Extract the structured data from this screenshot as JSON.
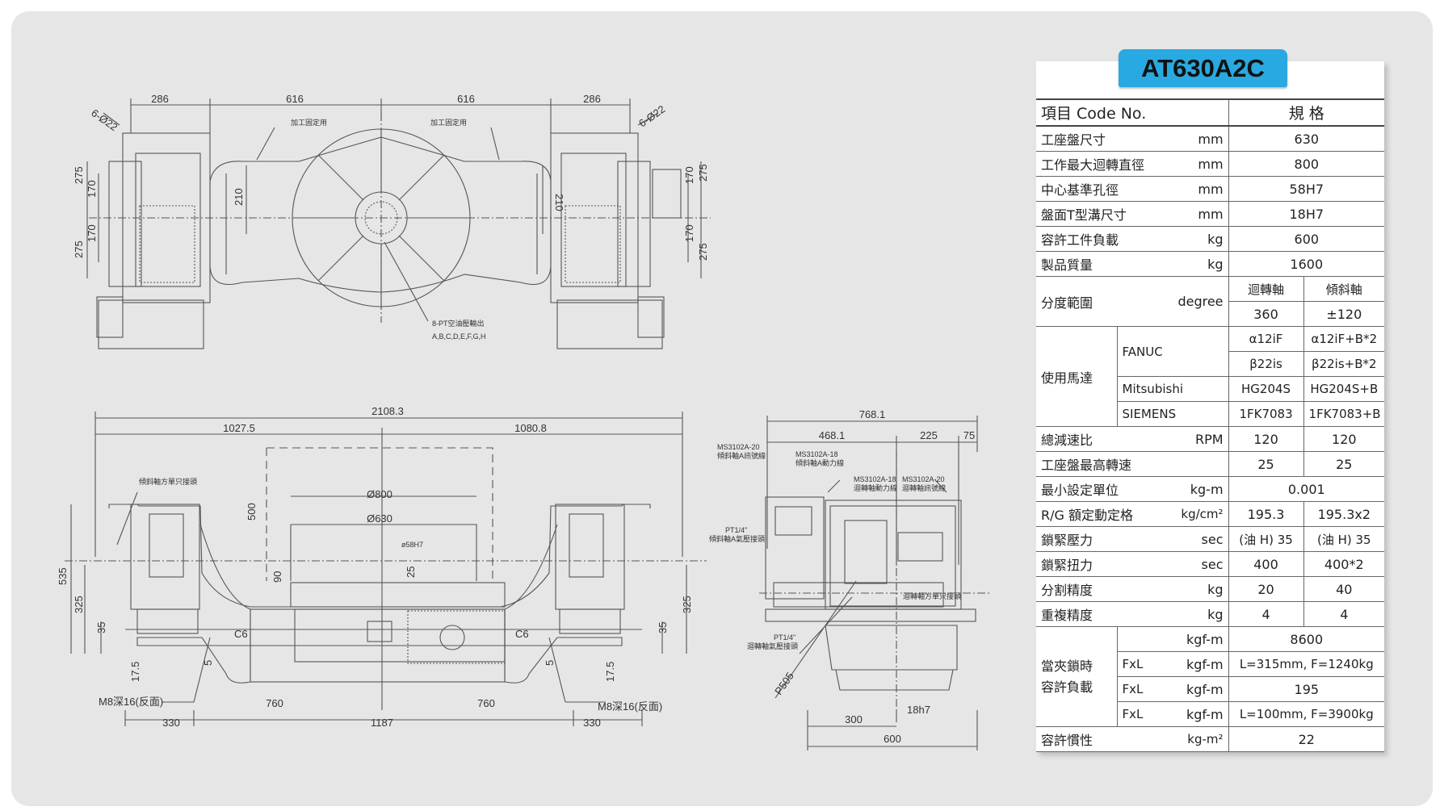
{
  "model": "AT630A2C",
  "table": {
    "header_item": "項目 Code No.",
    "header_spec": "規 格",
    "rows": {
      "table_size": {
        "label": "工座盤尺寸",
        "unit": "mm",
        "value": "630"
      },
      "max_swing": {
        "label": "工作最大迴轉直徑",
        "unit": "mm",
        "value": "800"
      },
      "center_hole": {
        "label": "中心基準孔徑",
        "unit": "mm",
        "value": "58H7"
      },
      "t_slot": {
        "label": "盤面T型溝尺寸",
        "unit": "mm",
        "value": "18H7"
      },
      "load": {
        "label": "容許工件負載",
        "unit": "kg",
        "value": "600"
      },
      "weight": {
        "label": "製品質量",
        "unit": "kg",
        "value": "1600"
      },
      "index_range": {
        "label": "分度範圍",
        "unit": "degree",
        "col1": "迴轉軸",
        "col2": "傾斜軸",
        "v1": "360",
        "v2": "±120"
      },
      "motor": {
        "label": "使用馬達",
        "fanuc": "FANUC",
        "fanuc_a1": "α12iF",
        "fanuc_a2": "α12iF+B*2",
        "fanuc_b1": "β22is",
        "fanuc_b2": "β22is+B*2",
        "mitsubishi": "Mitsubishi",
        "mit1": "HG204S",
        "mit2": "HG204S+B",
        "siemens": "SIEMENS",
        "sie1": "1FK7083",
        "sie2": "1FK7083+B"
      },
      "speed": {
        "label": "總減速比",
        "unit": "RPM",
        "v1": "120",
        "v2": "120"
      },
      "max_rpm": {
        "label": "工座盤最高轉速",
        "v1": "25",
        "v2": "25"
      },
      "min_unit": {
        "label": "最小設定單位",
        "unit": "kg-m",
        "value": "0.001"
      },
      "rg": {
        "label": "R/G 額定動定格",
        "unit": "kg/cm²",
        "v1": "195.3",
        "v2": "195.3x2"
      },
      "clamp_p": {
        "label": "鎖緊壓力",
        "unit": "sec",
        "v1": "(油 H) 35",
        "v2": "(油 H) 35"
      },
      "clamp_t": {
        "label": "鎖緊扭力",
        "unit": "sec",
        "v1": "400",
        "v2": "400*2"
      },
      "div_acc": {
        "label": "分割精度",
        "unit": "kg",
        "v1": "20",
        "v2": "40"
      },
      "rep_acc": {
        "label": "重複精度",
        "unit": "kg",
        "v1": "4",
        "v2": "4"
      },
      "clamp_load": {
        "label1": "當夾鎖時",
        "label2": "容許負載",
        "r1_unit": "kgf-m",
        "r1_val": "8600",
        "r2_pre": "FxL",
        "r2_unit": "kgf-m",
        "r2_val": "L=315mm, F=1240kg",
        "r3_pre": "FxL",
        "r3_unit": "kgf-m",
        "r3_val": "195",
        "r4_pre": "FxL",
        "r4_unit": "kgf-m",
        "r4_val": "L=100mm, F=3900kg"
      },
      "inertia": {
        "label": "容許慣性",
        "unit": "kg-m²",
        "value": "22"
      }
    }
  },
  "dims": {
    "top": [
      "286",
      "616",
      "616",
      "286",
      "6-Ø22",
      "6-Ø22",
      "加工固定用",
      "加工固定用",
      "275",
      "170",
      "170",
      "275",
      "210",
      "210",
      "170",
      "275",
      "170",
      "275",
      "8-PT空油壓輸出",
      "A,B,C,D,E,F,G,H"
    ],
    "front": [
      "2108.3",
      "1027.5",
      "1080.8",
      "Ø800",
      "Ø630",
      "ø58H7",
      "500",
      "90",
      "25",
      "535",
      "325",
      "35",
      "17.5",
      "5",
      "C6",
      "C6",
      "5",
      "17.5",
      "35",
      "325",
      "M8深16(反面)",
      "M8深16(反面)",
      "760",
      "760",
      "330",
      "1187",
      "330",
      "傾斜軸方單只接頭"
    ],
    "side": [
      "768.1",
      "468.1",
      "225",
      "75",
      "MS3102A-20",
      "傾斜軸A訊號線",
      "MS3102A-18",
      "傾斜軸A動力線",
      "MS3102A-18",
      "迴轉軸動力線",
      "MS3102A-20",
      "迴轉軸訊號線",
      "PT1/4\"",
      "傾斜軸A氣壓接頭",
      "PT1/4\"",
      "迴轉軸氣壓接頭",
      "迴轉軸方單只接頭",
      "P505",
      "300",
      "18h7",
      "600"
    ]
  }
}
